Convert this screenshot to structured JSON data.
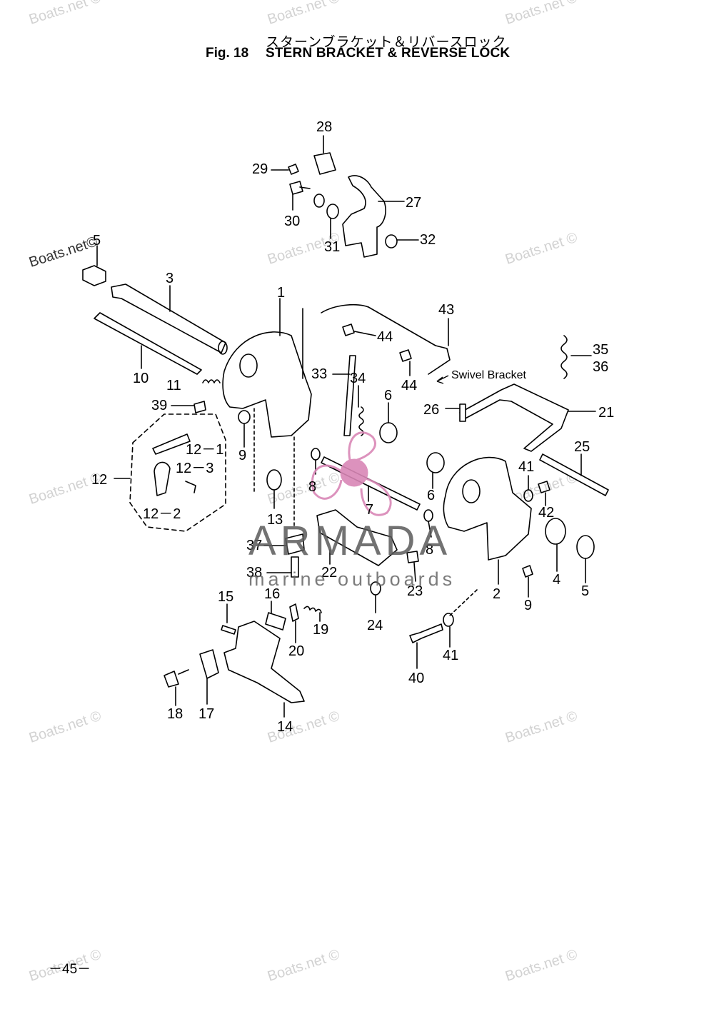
{
  "header": {
    "title_jp": "スターンブラケット＆リバースロック",
    "fig_number": "Fig. 18",
    "title": "STERN BRACKET & REVERSE LOCK"
  },
  "watermarks": {
    "text": "Boats.net ©",
    "text_dark": "Boats.net©"
  },
  "brand": {
    "name": "ARMADA",
    "tagline": "marine outboards"
  },
  "notes": {
    "swivel_bracket": "Swivel Bracket"
  },
  "callouts": {
    "p1": "1",
    "p2": "2",
    "p3": "3",
    "p4": "4",
    "p5a": "5",
    "p5b": "5",
    "p6a": "6",
    "p6b": "6",
    "p7": "7",
    "p8a": "8",
    "p8b": "8",
    "p9a": "9",
    "p9b": "9",
    "p10": "10",
    "p11": "11",
    "p12": "12",
    "p12_1": "12－1",
    "p12_2": "12－2",
    "p12_3": "12－3",
    "p13": "13",
    "p14": "14",
    "p15": "15",
    "p16": "16",
    "p17": "17",
    "p18": "18",
    "p19": "19",
    "p20": "20",
    "p21": "21",
    "p22": "22",
    "p23": "23",
    "p24": "24",
    "p25": "25",
    "p26": "26",
    "p27": "27",
    "p28": "28",
    "p29": "29",
    "p30": "30",
    "p31": "31",
    "p32": "32",
    "p33": "33",
    "p34": "34",
    "p35": "35",
    "p36": "36",
    "p37": "37",
    "p38": "38",
    "p39": "39",
    "p40": "40",
    "p41a": "41",
    "p41b": "41",
    "p42": "42",
    "p43": "43",
    "p44a": "44",
    "p44b": "44"
  },
  "footer": {
    "page_number": "－45－"
  }
}
